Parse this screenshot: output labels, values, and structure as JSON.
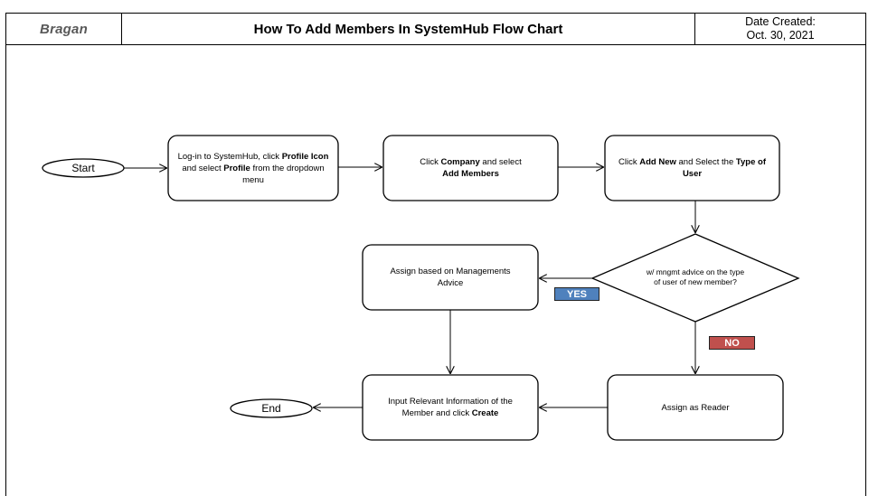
{
  "header": {
    "logo_text": "Bragan",
    "title": "How To Add Members In SystemHub Flow Chart",
    "date_label": "Date Created:",
    "date_value": "Oct. 30, 2021"
  },
  "flow": {
    "start": "Start",
    "end": "End",
    "step1": {
      "pre": "Log-in to SystemHub, click ",
      "b1": "Profile Icon",
      "mid": " and select ",
      "b2": "Profile",
      "post": " from the dropdown menu"
    },
    "step2": {
      "pre": "Click ",
      "b1": "Company",
      "mid": " and select ",
      "b2": "Add Members"
    },
    "step3": {
      "pre": "Click ",
      "b1": "Add New",
      "mid": " and Select the ",
      "b2": "Type of User"
    },
    "decision": "w/ mngmt advice on the  type of user of new member?",
    "yes_label": "YES",
    "no_label": "NO",
    "assign_mgmt": "Assign based on Managements Advice",
    "assign_reader": "Assign as Reader",
    "input_info": {
      "pre": "Input Relevant Information of the Member and click ",
      "b1": "Create"
    }
  },
  "colors": {
    "yes": "#4f81bd",
    "no": "#c0504d",
    "logo": "#595959"
  }
}
